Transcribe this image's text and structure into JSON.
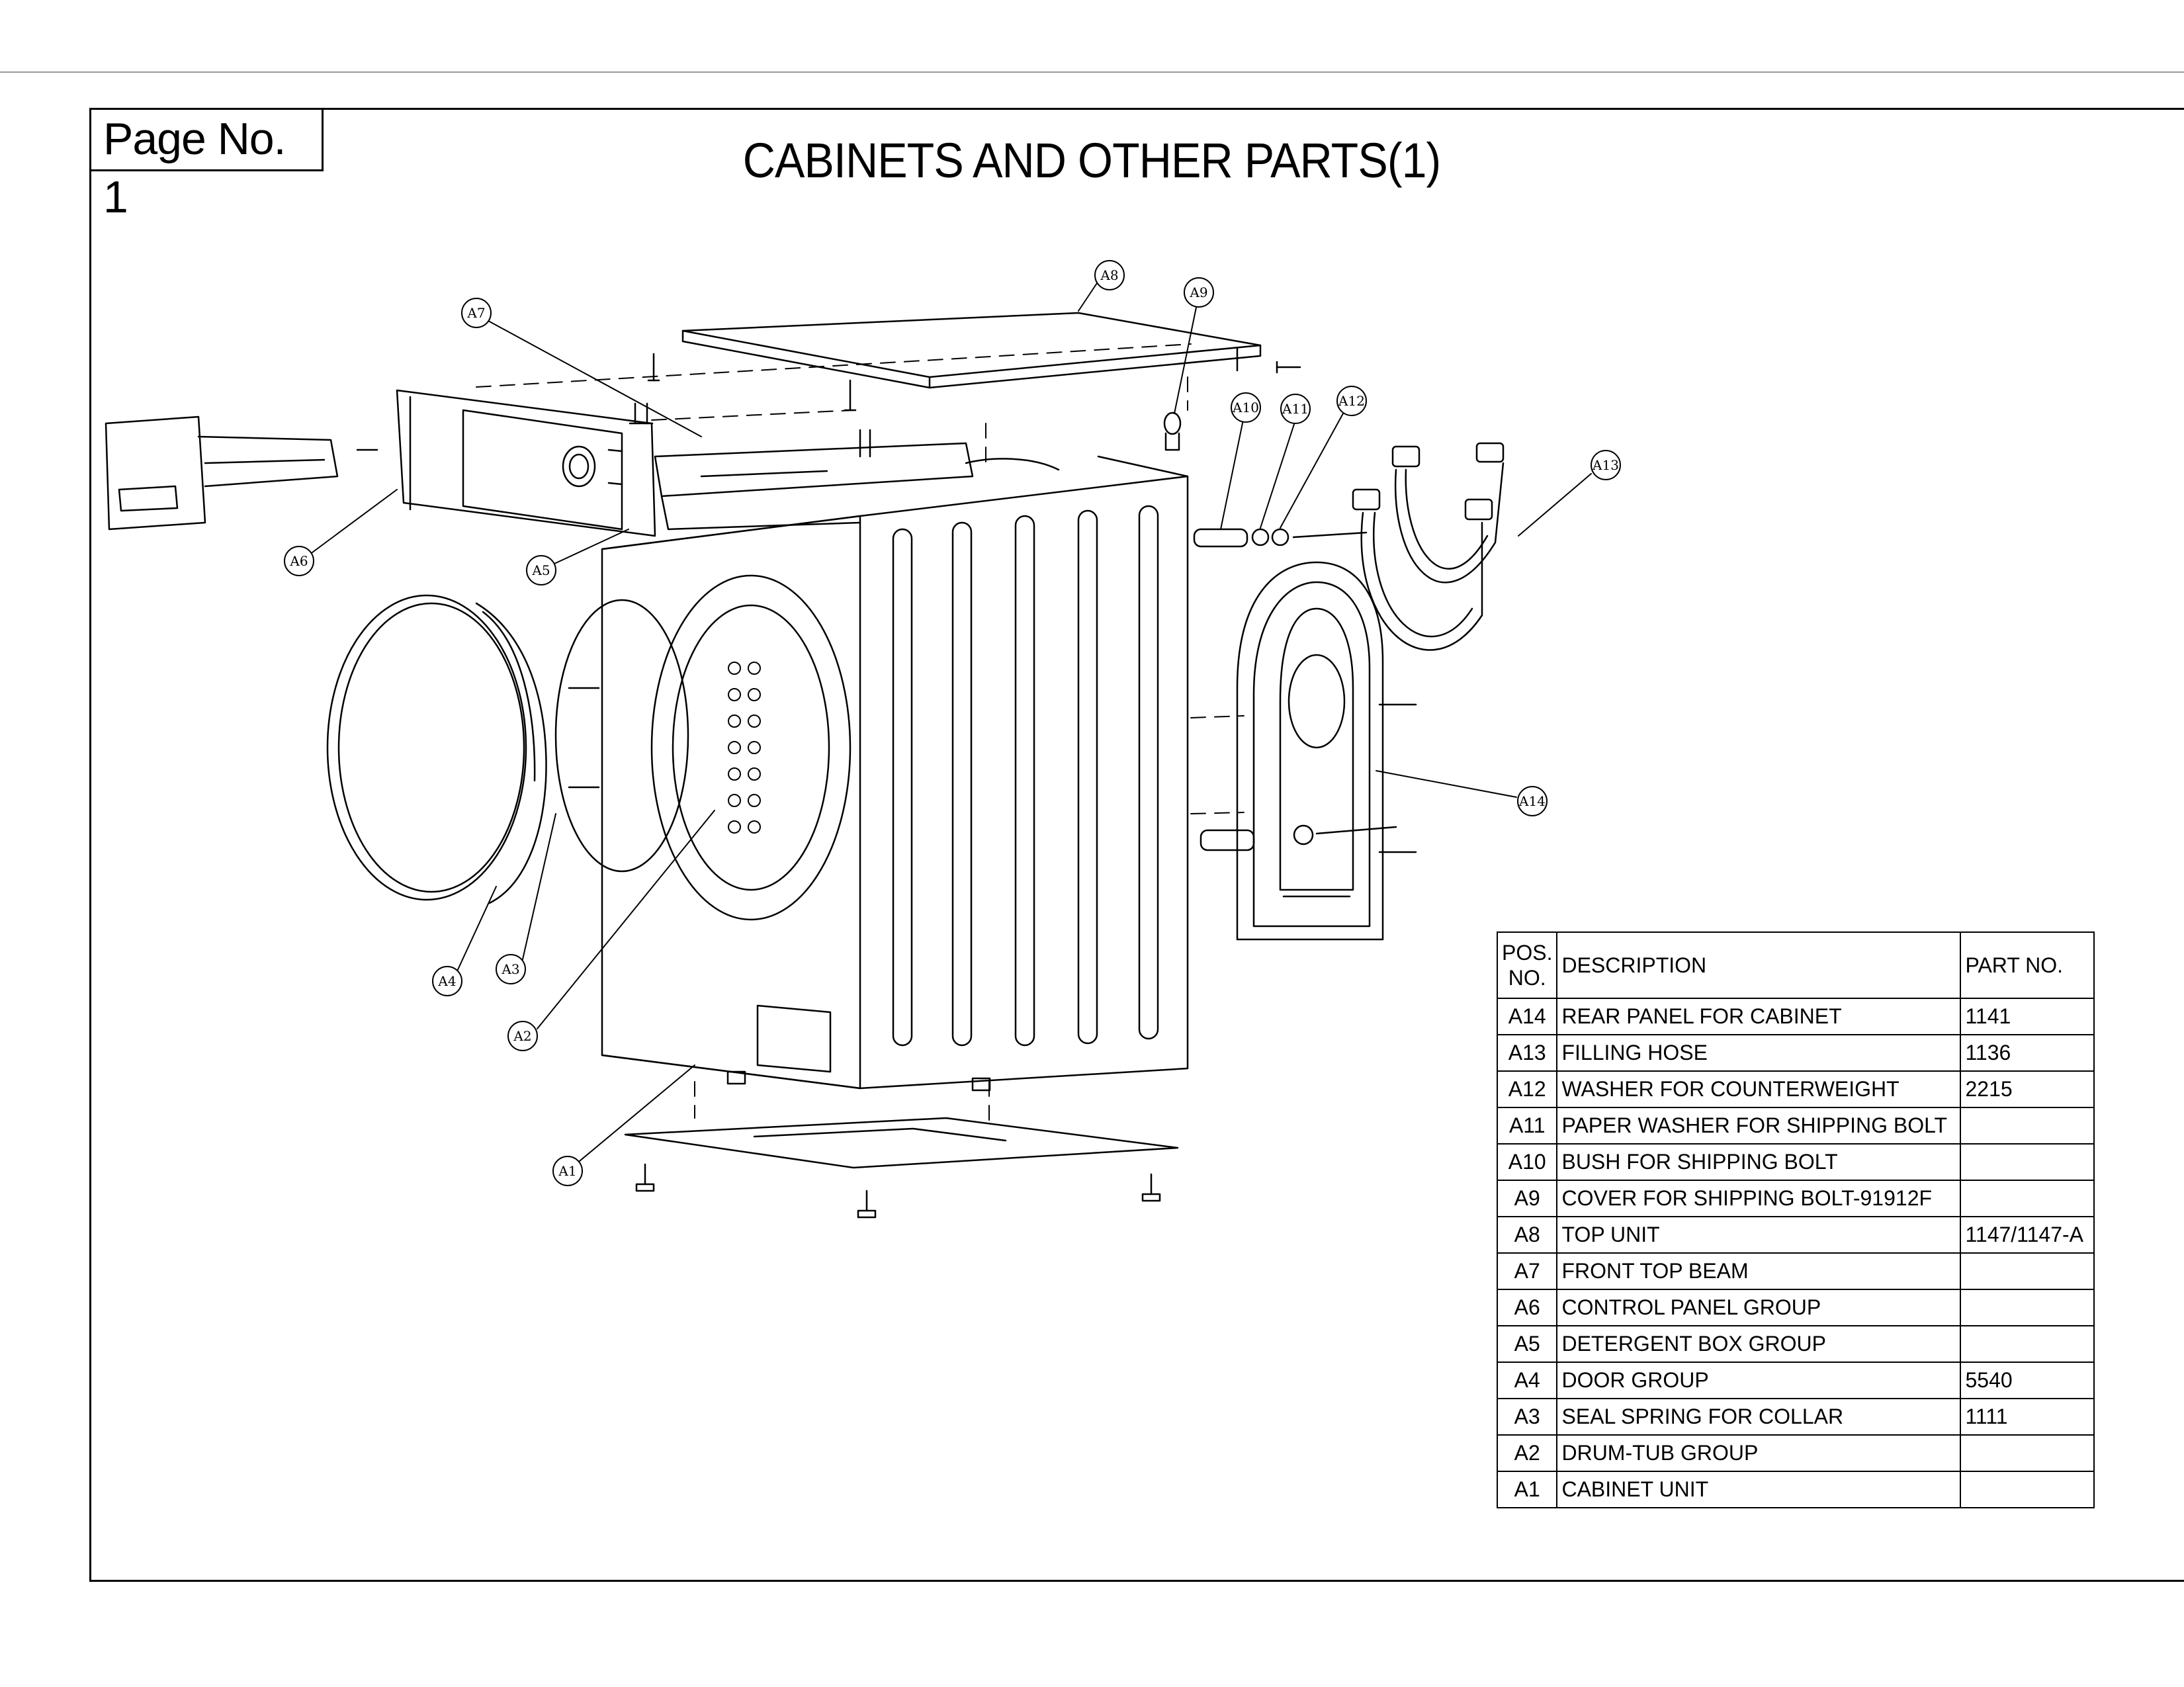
{
  "header": {
    "page_no": "Page No. 1",
    "title": "CABINETS AND OTHER PARTS(1)"
  },
  "callouts": [
    "A1",
    "A2",
    "A3",
    "A4",
    "A5",
    "A6",
    "A7",
    "A8",
    "A9",
    "A10",
    "A11",
    "A12",
    "A13",
    "A14"
  ],
  "table": {
    "headers": {
      "pos_line1": "POS.",
      "pos_line2": "NO.",
      "description": "DESCRIPTION",
      "part_no": "PART NO."
    },
    "rows": [
      {
        "pos": "A14",
        "description": "REAR PANEL FOR CABINET",
        "part_no": "1141"
      },
      {
        "pos": "A13",
        "description": "FILLING HOSE",
        "part_no": "1136"
      },
      {
        "pos": "A12",
        "description": "WASHER FOR COUNTERWEIGHT",
        "part_no": "2215"
      },
      {
        "pos": "A11",
        "description": "PAPER WASHER FOR SHIPPING BOLT",
        "part_no": ""
      },
      {
        "pos": "A10",
        "description": "BUSH FOR SHIPPING BOLT",
        "part_no": ""
      },
      {
        "pos": "A9",
        "description": "COVER FOR SHIPPING BOLT-91912F",
        "part_no": ""
      },
      {
        "pos": "A8",
        "description": "TOP UNIT",
        "part_no": "1147/1147-A"
      },
      {
        "pos": "A7",
        "description": "FRONT TOP BEAM",
        "part_no": ""
      },
      {
        "pos": "A6",
        "description": "CONTROL PANEL GROUP",
        "part_no": ""
      },
      {
        "pos": "A5",
        "description": "DETERGENT BOX GROUP",
        "part_no": ""
      },
      {
        "pos": "A4",
        "description": "DOOR GROUP",
        "part_no": "5540"
      },
      {
        "pos": "A3",
        "description": "SEAL SPRING FOR COLLAR",
        "part_no": "1111"
      },
      {
        "pos": "A2",
        "description": "DRUM-TUB GROUP",
        "part_no": ""
      },
      {
        "pos": "A1",
        "description": "CABINET UNIT",
        "part_no": ""
      }
    ]
  }
}
